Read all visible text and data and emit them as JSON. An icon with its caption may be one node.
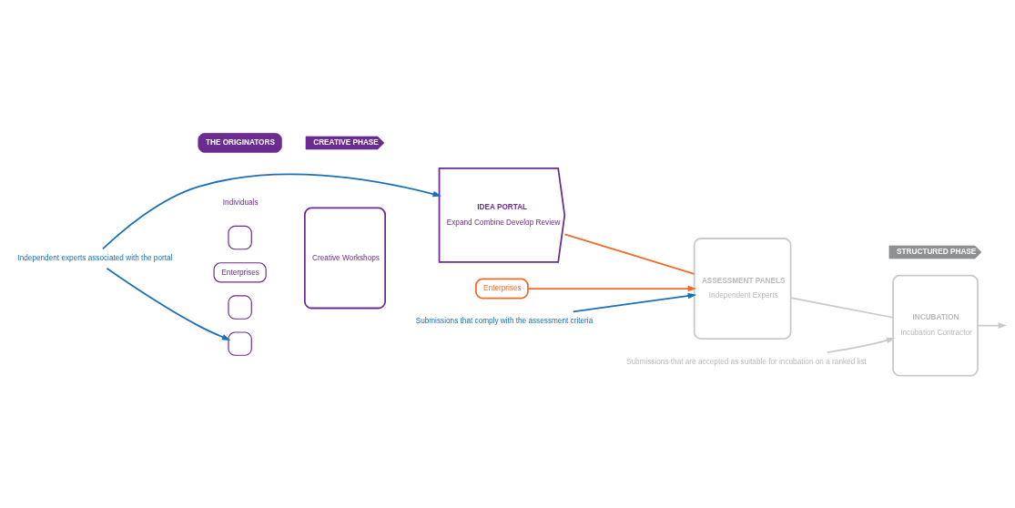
{
  "diagram": {
    "nodes": [
      {
        "text": [
          "THE ORIGINATORS"
        ]
      },
      {
        "text": [
          "CREATIVE PHASE"
        ]
      },
      {
        "text": [
          "STRUCTURED PHASE"
        ]
      },
      {
        "text": [],
        "shape": "box"
      },
      {
        "text": [
          "Enterprises"
        ]
      },
      {
        "text": [],
        "shape": "box"
      },
      {
        "text": [],
        "shape": "box"
      },
      {
        "text": [
          "Creative Workshops"
        ]
      },
      {
        "text": [
          "IDEA PORTAL",
          "Expand Combine Develop Review"
        ]
      },
      {
        "text": [
          "ASSESSMENT PANELS",
          "Independent Experts"
        ]
      },
      {
        "text": [
          "INCUBATION",
          "Incubation Contractor"
        ]
      },
      {
        "text": [
          "Enterprises"
        ]
      },
      {
        "text": [
          "Submissions that comply with the assessment criteria"
        ]
      },
      {
        "text": [
          "Submissions that are accepted as suitable for incubation on a ranked list"
        ]
      },
      {
        "text": [
          "Independent experts associated with the portal"
        ]
      }
    ],
    "edges": [
      {
        "from": 14,
        "to": 6,
        "arrow": "to",
        "color": "#1a70b8"
      },
      {
        "from": 14,
        "to": 8,
        "arrow": "to",
        "color": "#1a70b8"
      },
      {
        "from": 8,
        "to": 9,
        "arrow": "none",
        "color": "#f26a2a"
      },
      {
        "from": 12,
        "to": 9,
        "arrow": "to",
        "color": "#1a70b8"
      },
      {
        "from": 11,
        "to": 9,
        "arrow": "to",
        "color": "#f26a2a"
      },
      {
        "from": 9,
        "to": 10,
        "arrow": "none",
        "color": "#c8c9ca"
      },
      {
        "from": 13,
        "to": 10,
        "arrow": "to",
        "color": "#c8c9ca"
      },
      {
        "from": 10,
        "to": null,
        "arrow": "to",
        "color": "#c8c9ca"
      }
    ],
    "labels": [
      "Individuals"
    ]
  }
}
